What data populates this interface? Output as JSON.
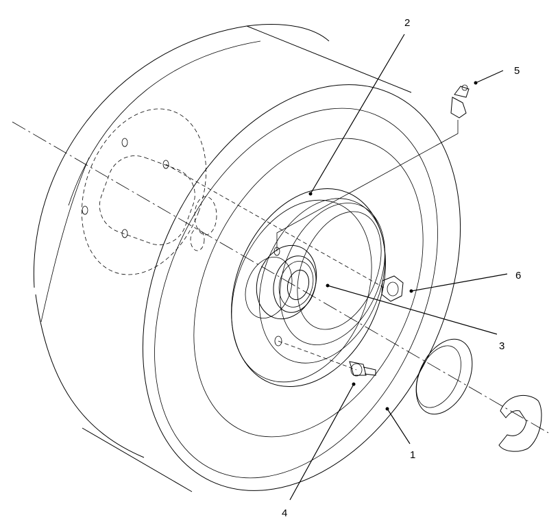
{
  "callouts": [
    {
      "id": "1",
      "label": "1",
      "part": "tire-assembly"
    },
    {
      "id": "2",
      "label": "2",
      "part": "wheel-rim"
    },
    {
      "id": "3",
      "label": "3",
      "part": "bearing"
    },
    {
      "id": "4",
      "label": "4",
      "part": "valve-stem"
    },
    {
      "id": "5",
      "label": "5",
      "part": "grease-fitting"
    },
    {
      "id": "6",
      "label": "6",
      "part": "hex-nut"
    }
  ]
}
